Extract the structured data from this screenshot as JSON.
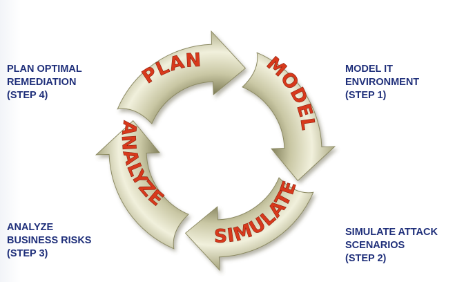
{
  "cycle": {
    "arrows": [
      {
        "key": "plan",
        "label": "PLAN"
      },
      {
        "key": "model",
        "label": "MODEL"
      },
      {
        "key": "simulate",
        "label": "SIMULATE"
      },
      {
        "key": "analyze",
        "label": "ANALYZE"
      }
    ],
    "colors": {
      "arrow_light": "#e9e8cc",
      "arrow_dark": "#8c8a63",
      "arrow_text": "#d8391c",
      "label_text": "#1f2f7a"
    }
  },
  "labels": {
    "plan": "PLAN OPTIMAL\nREMEDIATION\n(STEP 4)",
    "model": "MODEL IT\nENVIRONMENT\n(STEP 1)",
    "simulate": "SIMULATE ATTACK\nSCENARIOS\n(STEP 2)",
    "analyze": "ANALYZE\nBUSINESS RISKS\n(STEP 3)"
  }
}
